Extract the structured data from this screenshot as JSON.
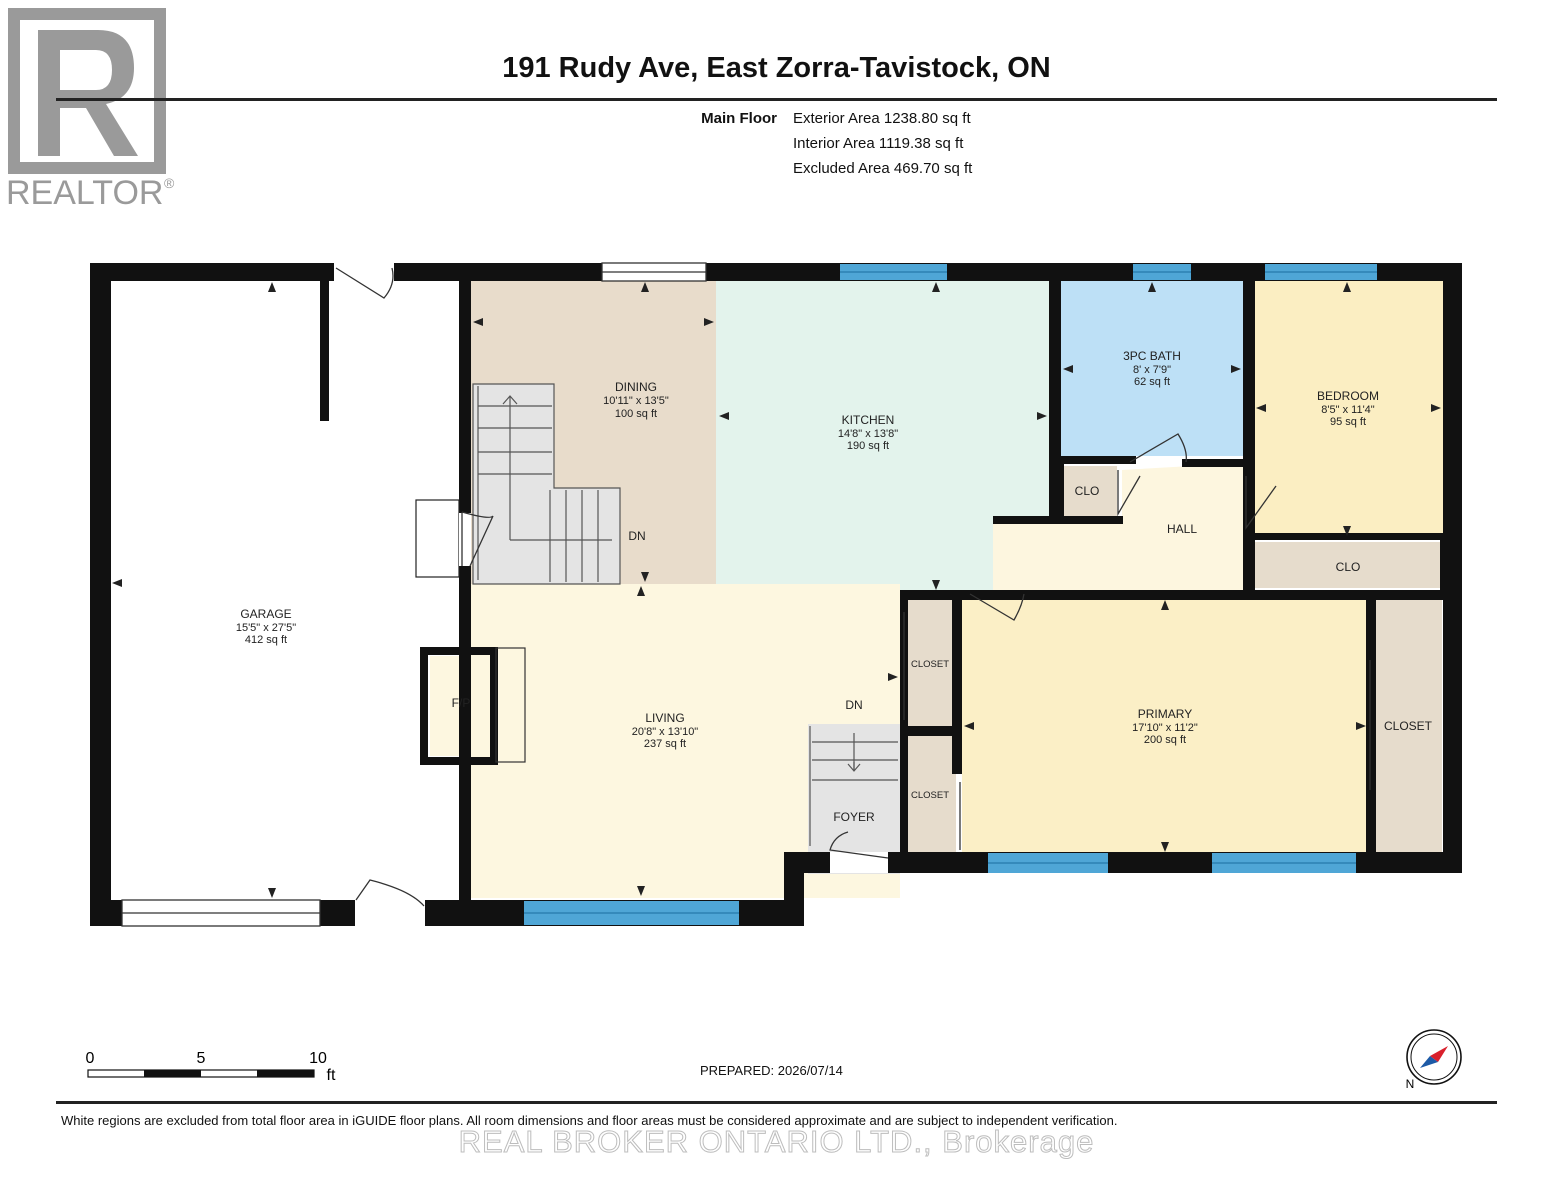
{
  "logo": {
    "brand": "REALTOR",
    "registered_mark": "®"
  },
  "title": "191 Rudy Ave, East Zorra-Tavistock, ON",
  "floor_summary": {
    "floor_name": "Main Floor",
    "areas": [
      "Exterior Area 1238.80 sq ft",
      "Interior Area 1119.38 sq ft",
      "Excluded Area 469.70 sq ft"
    ]
  },
  "rooms": {
    "garage": {
      "name": "GARAGE",
      "dims": "15'5\" x 27'5\"",
      "area": "412 sq ft"
    },
    "dining": {
      "name": "DINING",
      "dims": "10'11\" x 13'5\"",
      "area": "100 sq ft"
    },
    "kitchen": {
      "name": "KITCHEN",
      "dims": "14'8\" x 13'8\"",
      "area": "190 sq ft"
    },
    "bath": {
      "name": "3PC BATH",
      "dims": "8' x 7'9\"",
      "area": "62 sq ft"
    },
    "bedroom": {
      "name": "BEDROOM",
      "dims": "8'5\" x 11'4\"",
      "area": "95 sq ft"
    },
    "living": {
      "name": "LIVING",
      "dims": "20'8\" x 13'10\"",
      "area": "237 sq ft"
    },
    "primary": {
      "name": "PRIMARY",
      "dims": "17'10\" x 11'2\"",
      "area": "200 sq ft"
    }
  },
  "labels": {
    "clo_hall": "CLO",
    "clo_bedroom": "CLO",
    "hall": "HALL",
    "dn_upper": "DN",
    "dn_lower": "DN",
    "fireplace": "F/P",
    "closet_upper": "CLOSET",
    "closet_lower": "CLOSET",
    "closet_primary": "CLOSET",
    "foyer": "FOYER"
  },
  "scale_bar": {
    "ticks": [
      "0",
      "5",
      "10"
    ],
    "unit": "ft"
  },
  "compass_letter": "N",
  "prepared": "PREPARED: 2026/07/14",
  "disclaimer": "White regions are excluded from total floor area in iGUIDE floor plans. All room dimensions and floor areas must be considered approximate and are subject to independent verification.",
  "watermark": "REAL BROKER ONTARIO LTD., Brokerage",
  "colors": {
    "wall": "#111111",
    "window": "#4fa6d6",
    "dining": "#e8dccb",
    "kitchen": "#e3f3ec",
    "bath": "#bde0f6",
    "bedroom": "#fbeec2",
    "hall": "#fdf6df",
    "living": "#fdf7e0",
    "primary": "#fbefc6",
    "closet": "#e6dccc",
    "stairs": "#e4e4e4"
  }
}
